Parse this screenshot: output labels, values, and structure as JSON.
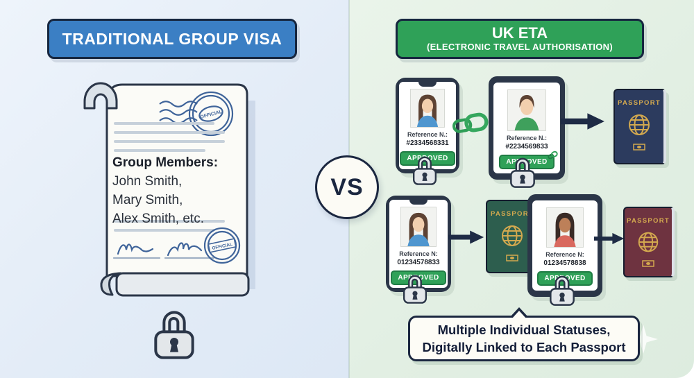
{
  "left": {
    "title": "TRADITIONAL GROUP VISA",
    "document": {
      "postmark_text": "OFFICIAL",
      "seal_text": "OFFICIAL",
      "group_label": "Group Members:",
      "member1": "John Smith,",
      "member2": "Mary Smith,",
      "member3": "Alex Smith, etc."
    }
  },
  "vs": "VS",
  "right": {
    "title": "UK ETA",
    "subtitle": "(ELECTRONIC TRAVEL AUTHORISATION)",
    "row1": {
      "phone": {
        "ref_label": "Reference N.:",
        "ref_number": "#2334568331",
        "status": "APPROVED"
      },
      "tablet": {
        "ref_label": "Reference N.:",
        "ref_number": "#2234569833",
        "status": "APPROVED"
      },
      "passport": {
        "label": "PASSPORT",
        "color": "#2c3b5e"
      }
    },
    "row2": {
      "phone": {
        "ref_label": "Reference N:",
        "ref_number": "01234578833",
        "status": "APPROVED"
      },
      "passport1": {
        "label": "PASSPORT",
        "color": "#2d5e4e"
      },
      "tablet": {
        "ref_label": "Reference N:",
        "ref_number": "01234578838",
        "status": "APPROVED"
      },
      "passport2": {
        "label": "PASSPORT",
        "color": "#6e3340"
      }
    },
    "callout": {
      "line1": "Multiple Individual Statuses,",
      "line2": "Digitally Linked to Each Passport"
    }
  },
  "colors": {
    "left_background": "#e3ecf7",
    "right_background": "#e2efe3",
    "blue_header": "#3b7fc4",
    "green_header": "#2fa158",
    "navy_outline": "#1b2740",
    "approved_green": "#2fa158",
    "stamp_blue": "#3f649a",
    "passport_gold": "#d3a94f",
    "passport_navy": "#2c3b5e",
    "passport_green": "#2d5e4e",
    "passport_maroon": "#6e3340"
  },
  "icons": {
    "padlock": "padlock-icon",
    "chain_link": "chain-link-icon",
    "arrow_right": "arrow-right-icon",
    "globe": "globe-icon",
    "postmark": "postmark-stamp-icon",
    "seal": "official-seal-icon",
    "sparkle": "sparkle-icon",
    "person_photo": "person-photo-icon",
    "link_badge": "link-badge-icon"
  }
}
